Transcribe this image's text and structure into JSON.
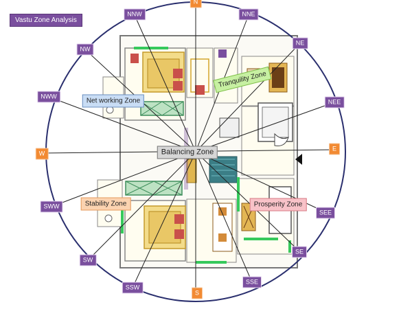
{
  "title": "Vastu  Zone Analysis",
  "zones": {
    "net_working": "Net working Zone",
    "tranquility": "Tranquility Zone",
    "balancing": "Balancing  Zone",
    "stability": "Stability Zone",
    "prosperity": "Prosperity Zone"
  },
  "directions": {
    "n": "N",
    "nne": "NNE",
    "ne": "NE",
    "nee": "NEE",
    "e": "E",
    "see": "SEE",
    "se": "SE",
    "sse": "SSE",
    "s": "S",
    "ssw": "SSW",
    "sw": "SW",
    "sww": "SWW",
    "w": "W",
    "nww": "NWW",
    "nw": "NW",
    "nnw": "NNW"
  },
  "colors": {
    "direction_label": "#7a4f9e",
    "cardinal_label": "#f28a32",
    "net_working_zone": "#c9ddf5",
    "tranquility_zone": "#c7f0a2",
    "balancing_zone": "#d6d6d6",
    "stability_zone": "#fbd3b0",
    "prosperity_zone": "#f8c2c8"
  }
}
